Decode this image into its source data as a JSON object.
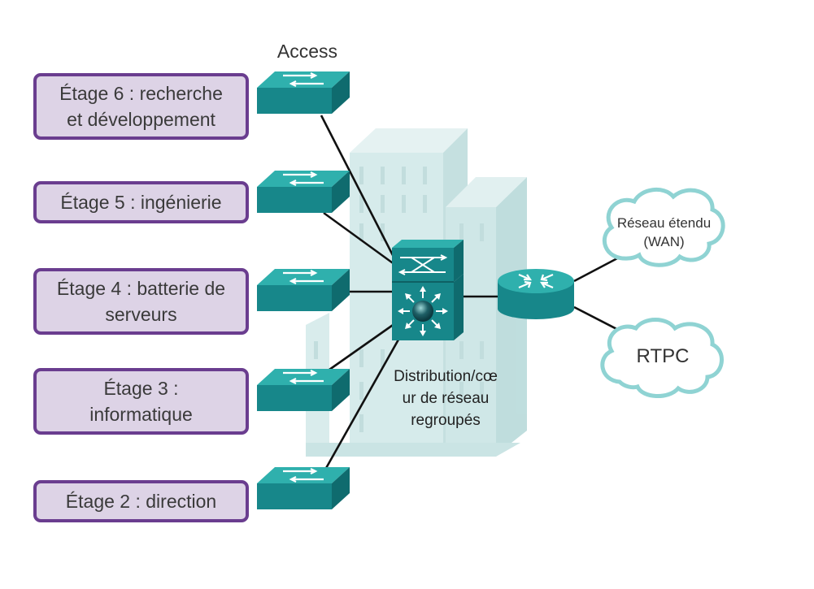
{
  "labels": {
    "access": "Access",
    "core": "Distribution/cœ\nur de réseau\nregroupés",
    "wan": "Réseau étendu\n(WAN)",
    "pstn": "RTPC"
  },
  "floors": [
    {
      "label": "Étage 6 : recherche\net développement"
    },
    {
      "label": "Étage 5 : ingénierie"
    },
    {
      "label": "Étage 4 : batterie de\nserveurs"
    },
    {
      "label": "Étage 3 :\ninformatique"
    },
    {
      "label": "Étage 2 : direction"
    }
  ],
  "icons": {
    "access_switch": "access-switch-icon",
    "core_switch": "multilayer-switch-icon",
    "router": "router-icon",
    "cloud": "cloud-icon",
    "building": "building-icon"
  },
  "colors": {
    "floor_border": "#6a3d8f",
    "floor_fill": "#ddd3e6",
    "device_teal": "#17878a",
    "device_top": "#2fb0ad",
    "building": "#cfe6e6",
    "link": "#111111",
    "cloud_stroke": "#8fd3d3"
  }
}
